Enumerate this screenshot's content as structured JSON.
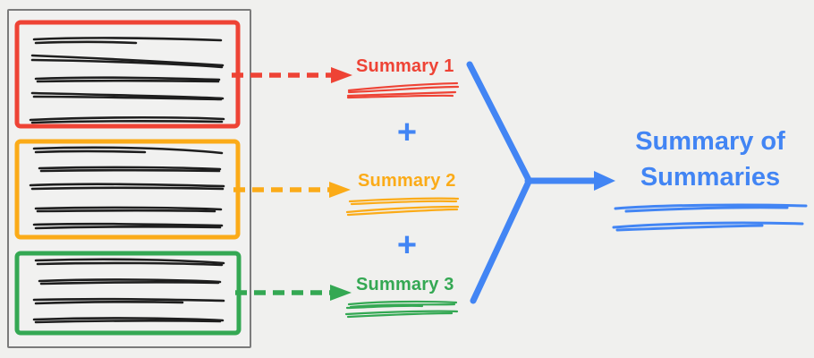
{
  "colors": {
    "background": "#f0f0ee",
    "document_fill": "#f1f1f0",
    "document_border": "#7b7b7b",
    "ink": "#1e1e1e",
    "red": "#ee4335",
    "orange": "#fbab18",
    "green": "#34a853",
    "blue": "#4285f4"
  },
  "document": {
    "sections": [
      {
        "id": "section-1",
        "color": "red",
        "text_lines": 5
      },
      {
        "id": "section-2",
        "color": "orange",
        "text_lines": 5
      },
      {
        "id": "section-3",
        "color": "green",
        "text_lines": 4
      }
    ]
  },
  "summaries": [
    {
      "label": "Summary 1",
      "color": "red"
    },
    {
      "label": "Summary 2",
      "color": "orange"
    },
    {
      "label": "Summary 3",
      "color": "green"
    }
  ],
  "plus_sign": "+",
  "result_title": "Summary of Summaries"
}
